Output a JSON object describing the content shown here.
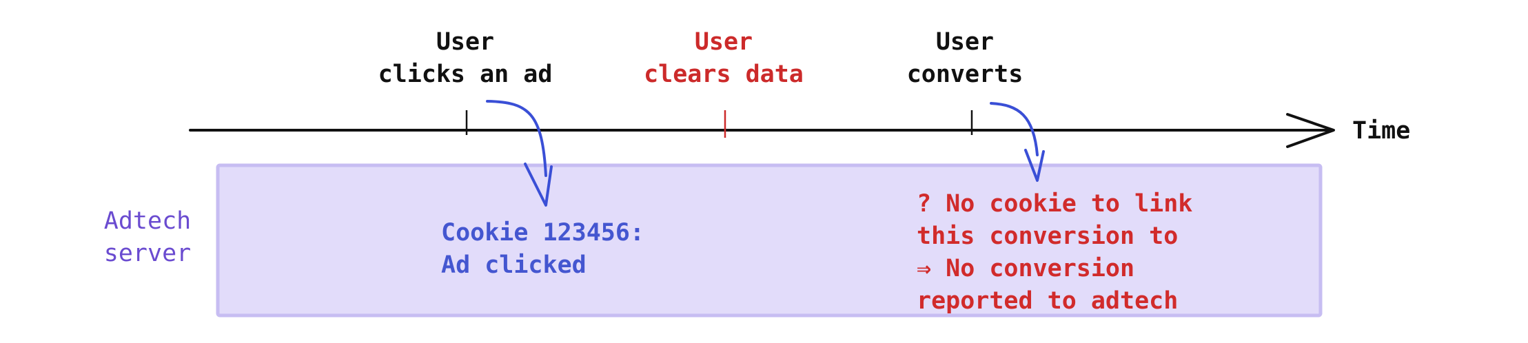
{
  "timeline": {
    "axis_label": "Time",
    "events": [
      {
        "line1": "User",
        "line2": "clicks an ad",
        "color": "#111111"
      },
      {
        "line1": "User",
        "line2": "clears data",
        "color": "#cc2a2a"
      },
      {
        "line1": "User",
        "line2": "converts",
        "color": "#111111"
      }
    ]
  },
  "server": {
    "label_line1": "Adtech",
    "label_line2": "server",
    "label_color": "#6a4bd0",
    "box_fill": "#e2dcfa",
    "box_border": "#c7bdf2"
  },
  "notes": {
    "cookie": {
      "line1": "Cookie 123456:",
      "line2": "Ad clicked",
      "color": "#4456d0"
    },
    "no_conversion": {
      "line1": "? No cookie to link",
      "line2": "this conversion to",
      "line3": "⇒ No conversion",
      "line4": "reported to adtech",
      "color": "#d12b2b"
    }
  },
  "arrow_color": "#3a4fd6"
}
